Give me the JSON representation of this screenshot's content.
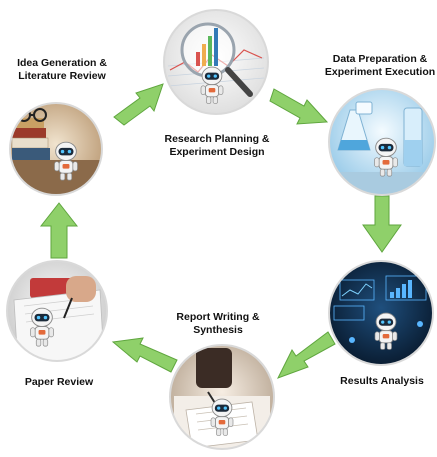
{
  "colors": {
    "arrow_fill": "#8fd06a",
    "arrow_stroke": "#5fa63e",
    "circle_border": "#d9d9d9",
    "text": "#111111"
  },
  "stages": [
    {
      "id": "idea",
      "label_lines": [
        "Idea Generation &",
        "Literature Review"
      ],
      "image_icon": "books-and-glasses-with-robot"
    },
    {
      "id": "planning",
      "label_lines": [
        "Research Planning &",
        "Experiment Design"
      ],
      "image_icon": "magnifier-bar-chart-with-robot"
    },
    {
      "id": "data",
      "label_lines": [
        "Data Preparation &",
        "Experiment Execution"
      ],
      "image_icon": "lab-glassware-with-robot"
    },
    {
      "id": "results",
      "label_lines": [
        "Results Analysis"
      ],
      "image_icon": "dashboard-screens-with-robot"
    },
    {
      "id": "report",
      "label_lines": [
        "Report Writing &",
        "Synthesis"
      ],
      "image_icon": "writing-notebook-with-robot"
    },
    {
      "id": "review",
      "label_lines": [
        "Paper Review"
      ],
      "image_icon": "paper-markup-with-robot"
    }
  ],
  "flow": [
    "idea",
    "planning",
    "data",
    "results",
    "report",
    "review",
    "idea"
  ]
}
